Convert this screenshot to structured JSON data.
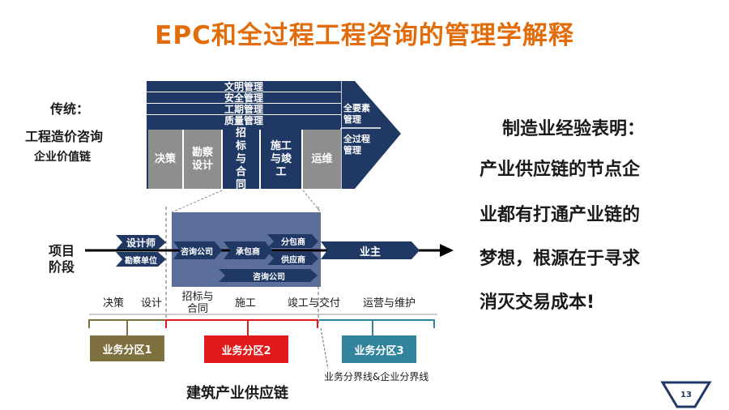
{
  "title": "EPC和全过程工程咨询的管理学解释",
  "left": {
    "traditional_line1": "传统：",
    "traditional_line2": "工程造价咨询",
    "traditional_line3": "企业价值链",
    "project_line1": "项目",
    "project_line2": "阶段"
  },
  "value_chain": {
    "top_rows": [
      "文明管理",
      "安全管理",
      "工期管理",
      "质量管理"
    ],
    "right_top": "全要素管理",
    "right_bottom": "全过程管理",
    "cells": [
      "决策",
      "勘察设计",
      "招标与合同",
      "施工与竣工",
      "运维"
    ]
  },
  "chevrons": {
    "designer": "设计师",
    "survey_unit": "勘察单位",
    "consulting_company": "咨询公司",
    "contractor": "承包商",
    "subcontractor": "分包商",
    "supplier": "供应商",
    "consulting_bottom": "咨询公司",
    "owner": "业主"
  },
  "stages": [
    "决策",
    "设计",
    "招标与合同",
    "施工",
    "竣工与交付",
    "运营与维护"
  ],
  "zones": [
    "业务分区1",
    "业务分区2",
    "业务分区3"
  ],
  "boundary_label": "业务分界线&企业分界线",
  "supply_chain_label": "建筑产业供应链",
  "right_text_lines": [
    "制造业经验表明：",
    "产业供应链的节点企",
    "业都有打通产业链的",
    "梦想，根源在于寻求",
    "消灭交易成本!"
  ],
  "page_number": "13",
  "colors": {
    "title": "#e36c0a",
    "navy": "#1f3864",
    "grey": "#8e8e8e",
    "highlight": "#5b6f9a",
    "zone1": "#7f7040",
    "zone2": "#e11b1b",
    "zone3": "#31849b"
  }
}
